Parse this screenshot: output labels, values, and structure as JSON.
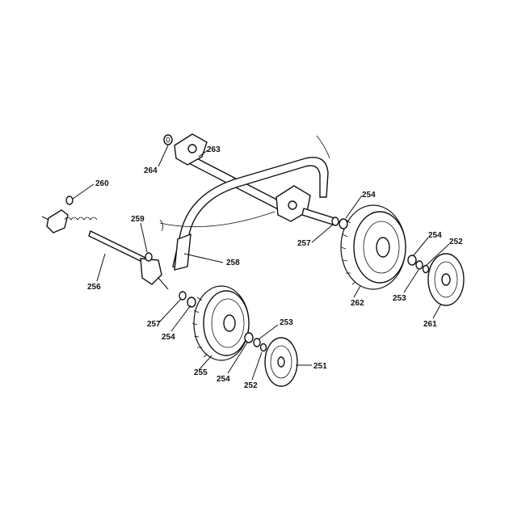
{
  "labels": {
    "l263": "263",
    "l264": "264",
    "l260": "260",
    "l259": "259",
    "l258": "258",
    "l256": "256",
    "l257a": "257",
    "l254a": "254",
    "l255": "255",
    "l254b": "254",
    "l252a": "252",
    "l253a": "253",
    "l251": "251",
    "l254c": "254",
    "l257b": "257",
    "l262": "262",
    "l254d": "254",
    "l252b": "252",
    "l253b": "253",
    "l261": "261"
  }
}
